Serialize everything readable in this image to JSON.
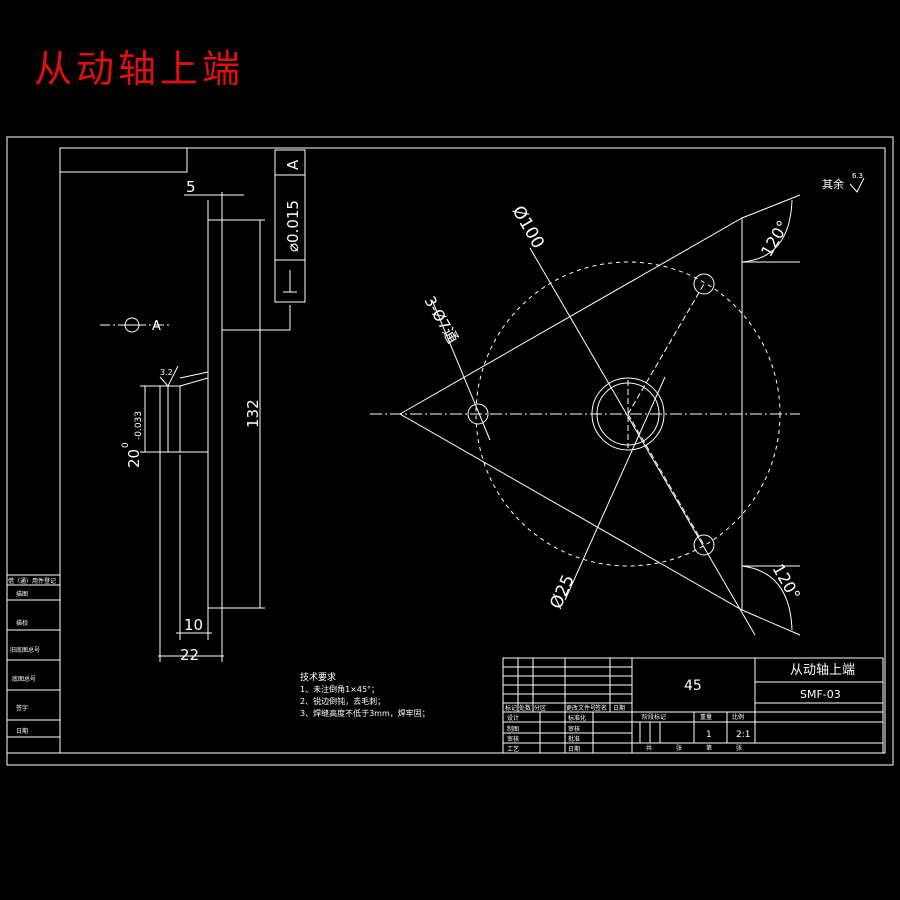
{
  "page": {
    "title": "从动轴上端"
  },
  "side_view": {
    "dim_top": "5",
    "dim_height": "132",
    "dim_10": "10",
    "dim_22": "22",
    "dim_dia_main": "20",
    "dim_dia_upper": "0",
    "dim_dia_lower": "-0.033",
    "roughness_small": "3.2",
    "tolerance_value": "⌀0.015",
    "tolerance_datum": "A",
    "tolerance_symbol": "⊥",
    "datum_marker": "A"
  },
  "front_view": {
    "dim_circle": "Ø100",
    "dim_hole": "3-Ø7通",
    "dim_bore": "Ø25",
    "angle_top": "120°",
    "angle_bottom": "120°",
    "roughness_label": "其余",
    "roughness_value": "6.3"
  },
  "notes": {
    "title": "技术要求",
    "items": [
      "1、未注倒角1×45°；",
      "2、锐边倒钝，去毛刺；",
      "3、焊缝高度不低于3mm，焊牢固；"
    ]
  },
  "title_block": {
    "material": "45",
    "part_name": "从动轴上端",
    "drawing_no": "SMF-03",
    "quantity": "1",
    "scale": "2:1",
    "hdr_mark": "标记",
    "hdr_count": "处数",
    "hdr_zone": "分区",
    "hdr_change": "更改文件号",
    "hdr_sign": "签名",
    "hdr_date": "日期",
    "row_design": "设计",
    "row_std": "标准化",
    "row_draw": "制图",
    "row_review": "审核",
    "row_check": "审核",
    "row_approve": "批准",
    "row_process": "工艺",
    "row_date": "日期",
    "stage_label": "阶段标记",
    "weight_label": "重量",
    "scale_label": "比例",
    "total_sheets": "共",
    "sheet_label": "张",
    "sheet_no": "第",
    "sheet_label2": "张"
  },
  "side_table": {
    "rows": [
      "借（通）用件登记",
      "描图",
      "描校",
      "旧底图总号",
      "底图总号",
      "签字",
      "日期"
    ]
  }
}
